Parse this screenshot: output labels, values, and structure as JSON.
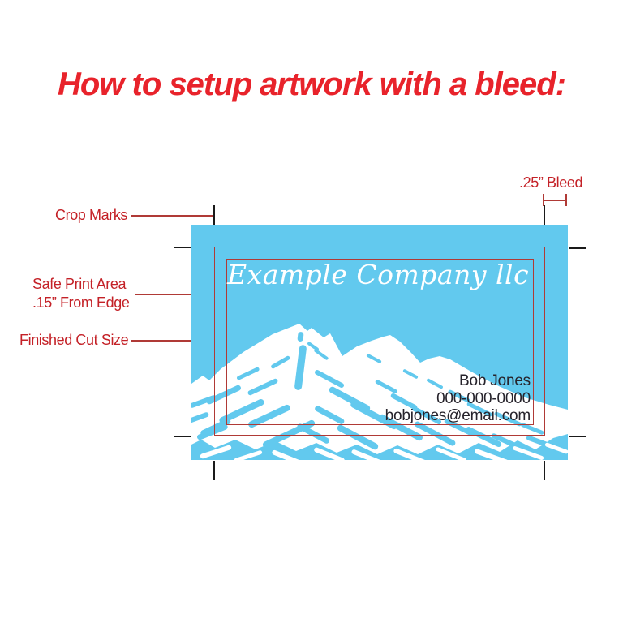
{
  "title": "How to setup artwork with a bleed:",
  "labels": {
    "crop_marks": "Crop Marks",
    "safe_print_area_line1": "Safe Print Area",
    "safe_print_area_line2": ".15” From Edge",
    "finished_cut_size": "Finished Cut Size",
    "bleed": ".25” Bleed"
  },
  "card": {
    "company_name": "Example Company llc",
    "contact": {
      "name": "Bob Jones",
      "phone": "000-000-0000",
      "email": "bobjones@email.com"
    }
  },
  "colors": {
    "title_red": "#e8232b",
    "label_red": "#c42127",
    "line_red": "#b03a36",
    "card_blue": "#62c9ee",
    "contact_text": "#26232b",
    "mark_black": "#1a1a1a",
    "art_white": "#ffffff"
  }
}
